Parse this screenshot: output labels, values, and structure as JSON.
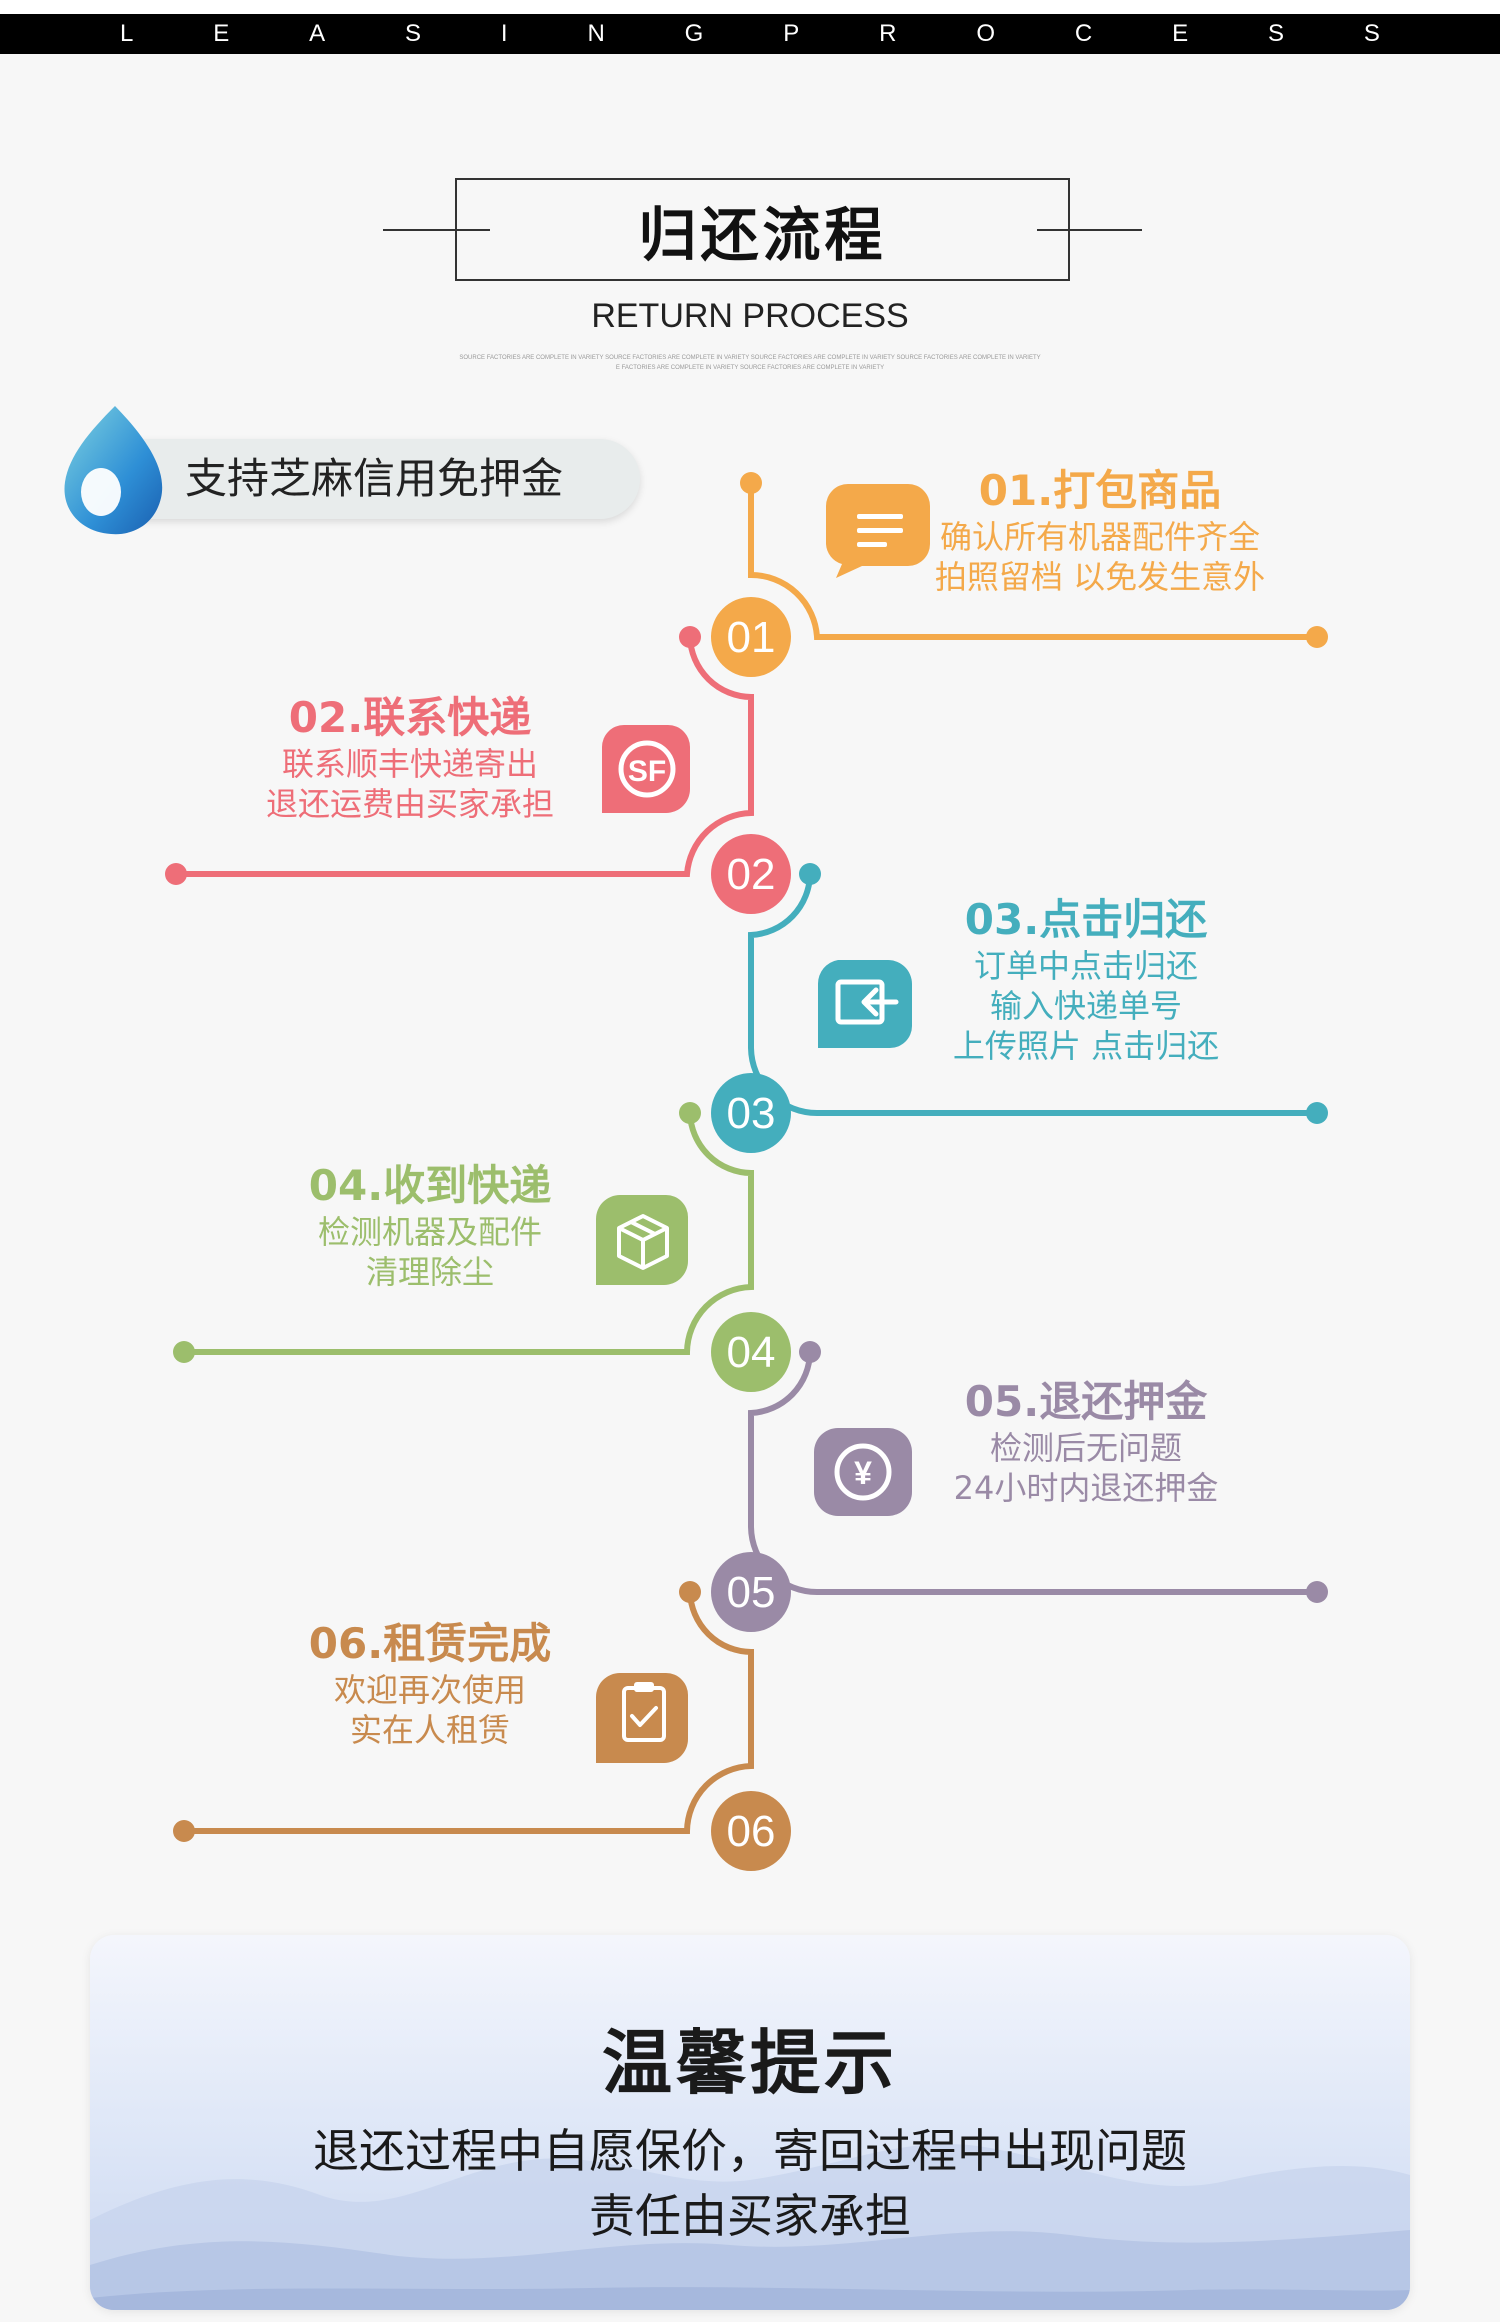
{
  "banner": {
    "letters": [
      "L",
      "E",
      "A",
      "S",
      "I",
      "N",
      "G",
      "P",
      "R",
      "O",
      "C",
      "E",
      "S",
      "S"
    ]
  },
  "header": {
    "title": "归还流程",
    "subtitle": "RETURN PROCESS",
    "fine_print_1": "SOURCE FACTORIES ARE COMPLETE IN VARIETY SOURCE FACTORIES ARE COMPLETE IN VARIETY SOURCE FACTORIES ARE COMPLETE IN VARIETY SOURCE FACTORIES ARE COMPLETE IN VARIETY",
    "fine_print_2": "E FACTORIES ARE COMPLETE IN VARIETY SOURCE FACTORIES ARE COMPLETE IN VARIETY"
  },
  "badge": {
    "label": "支持芝麻信用免押金"
  },
  "colors": {
    "step1": "#f4a94a",
    "step2": "#ee6e78",
    "step3": "#44aebd",
    "step4": "#9cbe6c",
    "step5": "#9a8aa6",
    "step6": "#c88a4e"
  },
  "steps": [
    {
      "number": "01",
      "title": "01.打包商品",
      "lines": [
        "确认所有机器配件齐全",
        "拍照留档 以免发生意外"
      ],
      "icon": "chat-icon"
    },
    {
      "number": "02",
      "title": "02.联系快递",
      "lines": [
        "联系顺丰快递寄出",
        "退还运费由买家承担"
      ],
      "icon": "sf-express-icon",
      "icon_text": "SF"
    },
    {
      "number": "03",
      "title": "03.点击归还",
      "lines": [
        "订单中点击归还",
        "输入快递单号",
        "上传照片 点击归还"
      ],
      "icon": "return-icon"
    },
    {
      "number": "04",
      "title": "04.收到快递",
      "lines": [
        "检测机器及配件",
        "清理除尘"
      ],
      "icon": "package-icon"
    },
    {
      "number": "05",
      "title": "05.退还押金",
      "lines": [
        "检测后无问题",
        "24小时内退还押金"
      ],
      "icon": "yuan-icon",
      "icon_text": "¥"
    },
    {
      "number": "06",
      "title": "06.租赁完成",
      "lines": [
        "欢迎再次使用",
        "实在人租赁"
      ],
      "icon": "clipboard-check-icon"
    }
  ],
  "tips": {
    "title": "温馨提示",
    "line1": "退还过程中自愿保价，寄回过程中出现问题",
    "line2": "责任由买家承担"
  }
}
